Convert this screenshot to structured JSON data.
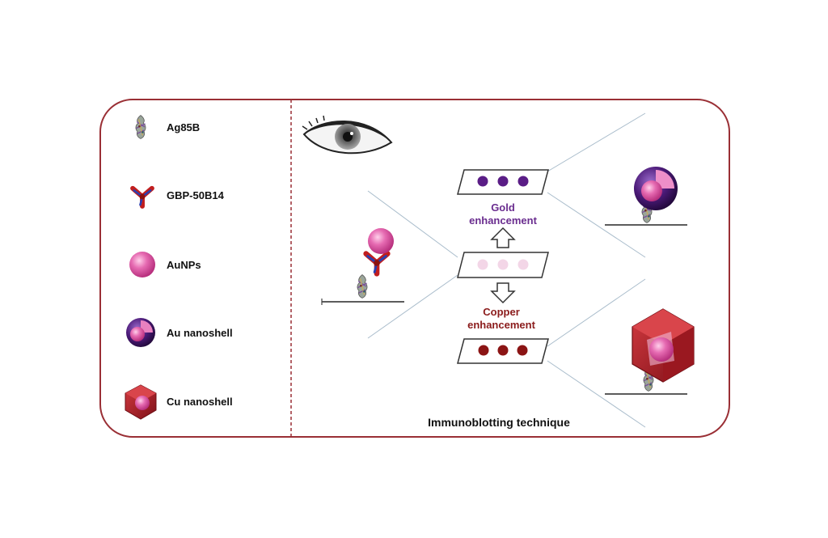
{
  "legend": {
    "items": [
      {
        "label": "Ag85B",
        "icon": "ag85b-protein-icon"
      },
      {
        "label": "GBP-50B14",
        "icon": "gbp-50b14-antibody-icon"
      },
      {
        "label": "AuNPs",
        "icon": "aunp-sphere-icon"
      },
      {
        "label": "Au nanoshell",
        "icon": "au-nanoshell-icon"
      },
      {
        "label": "Cu nanoshell",
        "icon": "cu-nanoshell-icon"
      }
    ]
  },
  "diagram": {
    "gold_label_line1": "Gold",
    "gold_label_line2": "enhancement",
    "copper_label_line1": "Copper",
    "copper_label_line2": "enhancement",
    "caption": "Immunoblotting technique"
  },
  "colors": {
    "frame": "#9a2f35",
    "gold_text": "#6a2d8f",
    "copper_text": "#8b1c1c",
    "gold_dot": "#5a1d86",
    "copper_dot": "#8b1414",
    "pale_dot": "#f3d6e7",
    "aunp": "#e46fb0",
    "cu_shell": "#b3202a",
    "au_shell": "#4a1a72"
  }
}
